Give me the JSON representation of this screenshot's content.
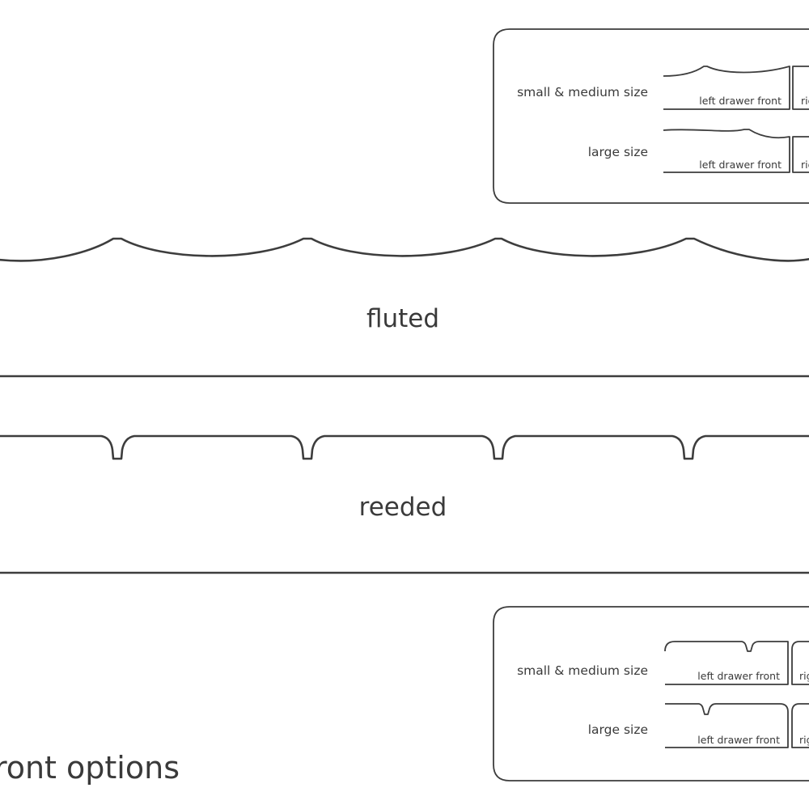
{
  "title": "ront options",
  "profiles": {
    "fluted": {
      "label": "fluted"
    },
    "reeded": {
      "label": "reeded"
    }
  },
  "fluted_legend": {
    "rows": [
      {
        "size": "small & medium size",
        "left": "left drawer front",
        "right": "rig"
      },
      {
        "size": "large size",
        "left": "left drawer front",
        "right": "rig"
      }
    ]
  },
  "reeded_legend": {
    "rows": [
      {
        "size": "small & medium size",
        "left": "left drawer front",
        "right": "rig"
      },
      {
        "size": "large size",
        "left": "left drawer front",
        "right": "rig"
      }
    ]
  },
  "colors": {
    "stroke": "#3d3d3d",
    "text": "#3a3a3a",
    "background": "#ffffff"
  }
}
